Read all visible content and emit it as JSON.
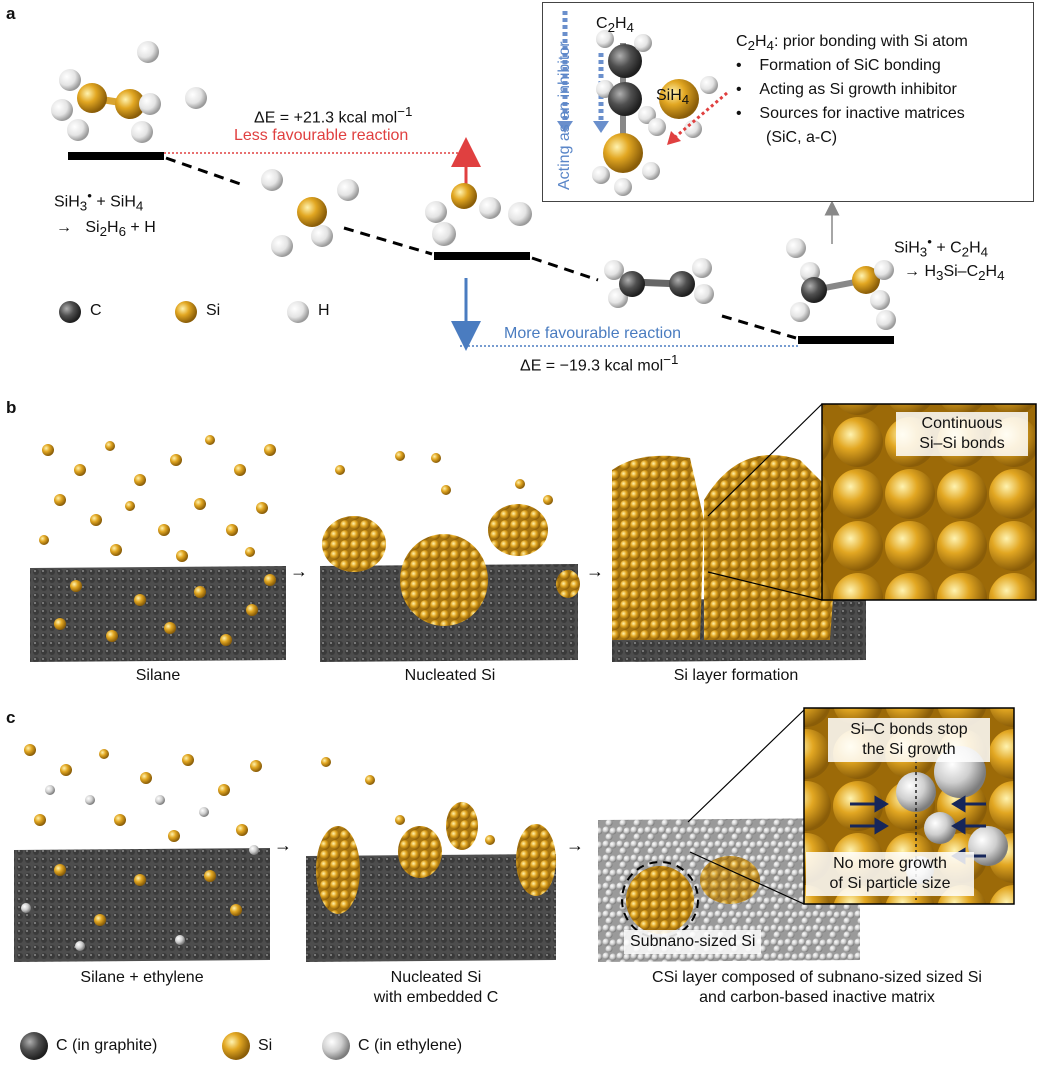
{
  "panels": {
    "a": "a",
    "b": "b",
    "c": "c"
  },
  "panel_a": {
    "reactant_line1": "SiH",
    "reactant_sub1": "3",
    "reactant_sup1": "•",
    "reactant_line1b": " + SiH",
    "reactant_sub1b": "4",
    "reactant_arrow": "→",
    "reactant_line2": "Si",
    "reactant_sub2": "2",
    "reactant_line2b": "H",
    "reactant_sub2b": "6",
    "reactant_line2c": " + H",
    "dE_top": "ΔE = +21.3 kcal mol",
    "dE_top_sup": "−1",
    "less_favourable": "Less favourable reaction",
    "more_favourable": "More favourable reaction",
    "dE_bottom": "ΔE = −19.3 kcal mol",
    "dE_bottom_sup": "−1",
    "product_line1": "SiH",
    "product_sub1": "3",
    "product_sup1": "•",
    "product_line1b": " + C",
    "product_sub1b": "2",
    "product_line1c": "H",
    "product_sub1c": "4",
    "product_line2": "H",
    "product_sub2": "3",
    "product_line2b": "Si–C",
    "product_sub2b": "2",
    "product_line2c": "H",
    "product_sub2c": "4",
    "legend": [
      {
        "label": "C",
        "color": "#555555"
      },
      {
        "label": "Si",
        "color": "#e2a722"
      },
      {
        "label": "H",
        "color": "#e6e6e6"
      }
    ],
    "inset": {
      "vertical_label": "Acting as an inhibitor",
      "c2h4_label_main": "C",
      "c2h4_sub1": "2",
      "c2h4_H": "H",
      "c2h4_sub2": "4",
      "sih4_label": "SiH",
      "sih4_sub": "4",
      "heading_main": "C",
      "heading_sub1": "2",
      "heading_H": "H",
      "heading_sub2": "4",
      "heading_rest": ": prior bonding with Si atom",
      "bullets": [
        "Formation of SiC bonding",
        "Acting as Si growth inhibitor",
        "Sources for inactive matrices"
      ],
      "bullet_cont": "(SiC, a-C)"
    }
  },
  "panel_b": {
    "captions": [
      "Silane",
      "Nucleated Si",
      "Si layer formation"
    ],
    "zoom_label_1": "Continuous",
    "zoom_label_2": "Si–Si bonds"
  },
  "panel_c": {
    "captions": [
      "Silane + ethylene",
      "Nucleated Si",
      "CSi layer composed of subnano-sized sized Si"
    ],
    "caption2_line2": "with embedded C",
    "caption3_line2": "and carbon-based inactive matrix",
    "subnano_label": "Subnano-sized Si",
    "zoom_top_1": "Si–C bonds stop",
    "zoom_top_2": "the Si growth",
    "zoom_bottom_1": "No more growth",
    "zoom_bottom_2": "of Si particle size"
  },
  "legend_bottom": [
    {
      "label": "C (in graphite)",
      "color": "#444444"
    },
    {
      "label": "Si",
      "color": "#e2a722"
    },
    {
      "label": "C (in ethylene)",
      "color": "#cfcfcf"
    }
  ],
  "colors": {
    "si": "#e2a722",
    "c_dark": "#4a4a4a",
    "h": "#e8e8e8",
    "red": "#e04040",
    "blue": "#4a7cc0"
  }
}
